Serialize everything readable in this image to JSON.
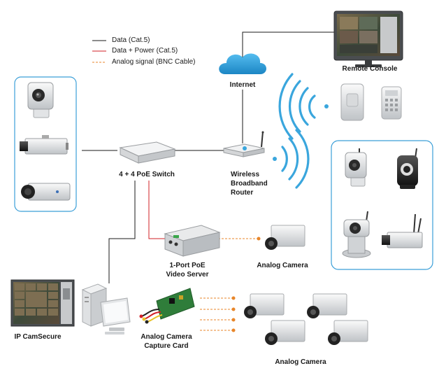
{
  "legend": {
    "items": [
      {
        "label": "Data (Cat.5)",
        "color": "#1a1a1a",
        "style": "solid"
      },
      {
        "label": "Data + Power (Cat.5)",
        "color": "#d21f26",
        "style": "solid"
      },
      {
        "label": "Analog signal (BNC Cable)",
        "color": "#e8862a",
        "style": "dashed"
      }
    ]
  },
  "nodes": {
    "remote_console": "Remote Console",
    "internet": "Internet",
    "poe_switch": "4 + 4 PoE Switch",
    "router_line1": "Wireless",
    "router_line2": "Broadband",
    "router_line3": "Router",
    "video_server_line1": "1-Port PoE",
    "video_server_line2": "Video Server",
    "analog_camera_single": "Analog Camera",
    "ip_camsecure": "IP CamSecure",
    "capture_card_line1": "Analog Camera",
    "capture_card_line2": "Capture Card",
    "analog_camera_group": "Analog Camera"
  },
  "colors": {
    "cloud": "#2a9fd8",
    "group_border": "#3b9fd8",
    "wifi": "#3aa6dd",
    "data_line": "#1a1a1a",
    "power_line": "#d21f26",
    "analog_line": "#e8862a"
  },
  "icons": {
    "cloud": "cloud-icon",
    "camera": "camera-icon",
    "switch": "switch-icon",
    "router": "router-icon",
    "computer": "computer-icon",
    "monitor": "monitor-icon",
    "sensor": "sensor-icon",
    "capture_card": "capture-card-icon"
  }
}
